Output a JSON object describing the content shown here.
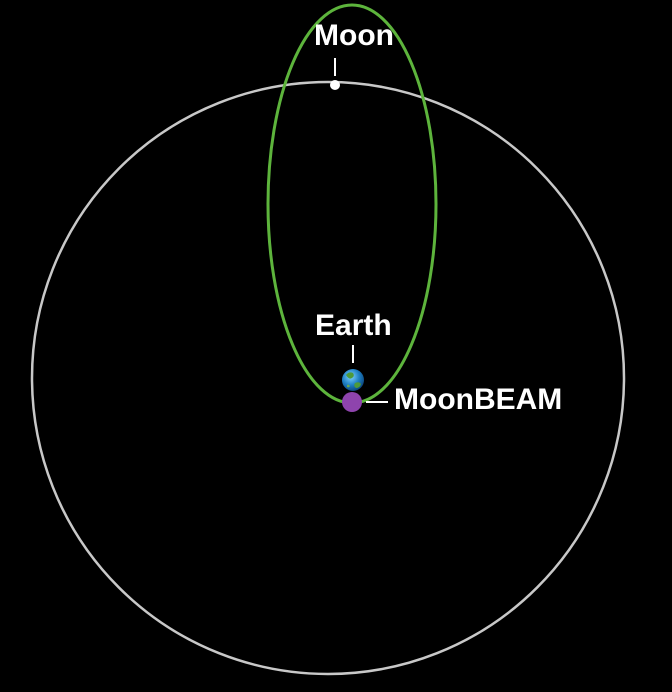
{
  "labels": {
    "moon": "Moon",
    "earth": "Earth",
    "moonbeam": "MoonBEAM"
  },
  "colors": {
    "background": "#000000",
    "moon_orbit": "#c8c8c8",
    "moonbeam_orbit": "#5db43c",
    "moon_body": "#ffffff",
    "moonbeam_body": "#8e44ad",
    "text": "#ffffff"
  },
  "icons": {
    "earth": "earth-globe-icon"
  }
}
